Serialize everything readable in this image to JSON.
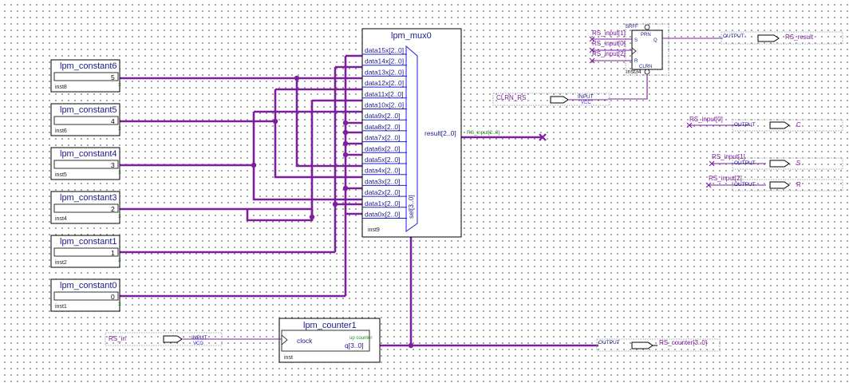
{
  "constants": [
    {
      "title": "lpm_constant6",
      "value": "5",
      "width": "3",
      "inst": "inst8"
    },
    {
      "title": "lpm_constant5",
      "value": "4",
      "width": "3",
      "inst": "inst6"
    },
    {
      "title": "lpm_constant4",
      "value": "3",
      "width": "3",
      "inst": "inst5"
    },
    {
      "title": "lpm_constant3",
      "value": "2",
      "width": "3",
      "inst": "inst4"
    },
    {
      "title": "lpm_constant1",
      "value": "1",
      "width": "3",
      "inst": "inst2"
    },
    {
      "title": "lpm_constant0",
      "value": "0",
      "width": "3",
      "inst": "inst1"
    }
  ],
  "mux": {
    "title": "lpm_mux0",
    "inst": "inst9",
    "ports": [
      "data15x[2..0]",
      "data14x[2..0]",
      "data13x[2..0]",
      "data12x[2..0]",
      "data11x[2..0]",
      "data10x[2..0]",
      "data9x[2..0]",
      "data8x[2..0]",
      "data7x[2..0]",
      "data6x[2..0]",
      "data5x[2..0]",
      "data4x[2..0]",
      "data3x[2..0]",
      "data2x[2..0]",
      "data1x[2..0]",
      "data0x[2..0]"
    ],
    "result": "result[2..0]",
    "sel": "sel[3..0]",
    "result_net": "RS_input[2..0]"
  },
  "counter": {
    "title": "lpm_counter1",
    "inst": "inst",
    "clock": "clock",
    "up": "up counter",
    "q": "q[3..0]"
  },
  "dff": {
    "type": "SRFF",
    "prn": "PRN",
    "clrn": "CLRN",
    "s": "S",
    "r": "R",
    "q": "Q",
    "inst": "inst34",
    "in1": "RS_input[1]",
    "in0": "RS_input[0]",
    "in2": "RS_input[2]"
  },
  "pins": {
    "input_label": "INPUT",
    "output_label": "OUTPUT",
    "vcc": "VCC",
    "rs_in": "RS_in",
    "clrn_rs": "CLRN_RS",
    "rs_result": "RS_result",
    "rs_counter": "RS_counter[3..0]",
    "out_c_in": "RS_input[0]",
    "out_c": "C",
    "out_s_in": "RS_input[1]",
    "out_s": "S",
    "out_r_in": "RS_input[2]",
    "out_r": "R"
  }
}
